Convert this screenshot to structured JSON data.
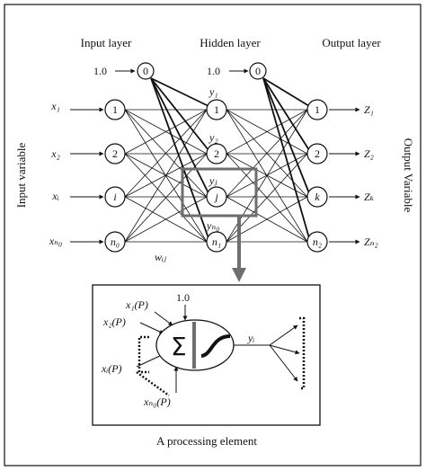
{
  "layers": {
    "input": "Input layer",
    "hidden": "Hidden layer",
    "output": "Output layer"
  },
  "side_labels": {
    "left": "Input variable",
    "right": "Output Variable"
  },
  "bias": {
    "input_value": "1.0",
    "input_node": "0",
    "hidden_value": "1.0",
    "hidden_node": "0",
    "pe_value": "1.0"
  },
  "inputs": {
    "vars": [
      "x₁",
      "x₂",
      "xᵢ",
      "xₙ₀"
    ],
    "nodes": [
      "1",
      "2",
      "i",
      "n₀"
    ]
  },
  "hidden": {
    "nodes": [
      "1",
      "2",
      "j",
      "n₁"
    ],
    "outputs": [
      "y₁",
      "y₂",
      "yⱼ",
      "yₙ₀"
    ]
  },
  "outputs": {
    "nodes": [
      "1",
      "2",
      "k",
      "n₂"
    ],
    "vars": [
      "Z₁",
      "Z₂",
      "Zₖ",
      "Zₙ₂"
    ]
  },
  "weight_label": "wᵢⱼ",
  "processing_element": {
    "caption": "A processing element",
    "inputs": [
      "x₁(P)",
      "x₂(P)",
      "xᵢ(P)",
      "xₙ₀(P)"
    ],
    "sum_symbol": "Σ",
    "output": "yᵢ"
  },
  "colors": {
    "ink": "#111111",
    "highlight": "#6e6e6e"
  }
}
